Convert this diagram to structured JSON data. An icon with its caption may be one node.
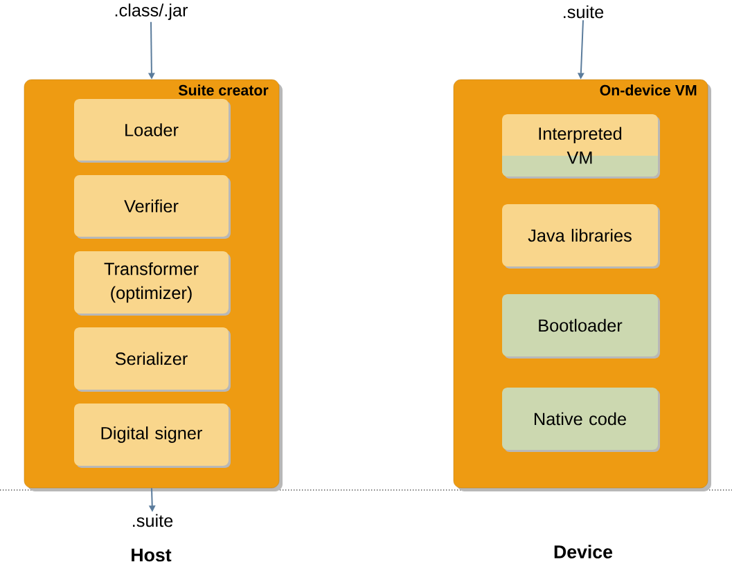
{
  "diagram": {
    "nodes": [
      {
        "text": [
          ".class/.jar"
        ]
      },
      {
        "text": [
          "Suite creator"
        ]
      },
      {
        "text": [
          "Loader"
        ],
        "in": 1
      },
      {
        "text": [
          "Verifier"
        ],
        "in": 1
      },
      {
        "text": [
          "Transformer (optimizer)"
        ],
        "in": 1
      },
      {
        "text": [
          "Serializer"
        ],
        "in": 1
      },
      {
        "text": [
          "Digital signer"
        ],
        "in": 1
      },
      {
        "text": [
          ".suite"
        ]
      },
      {
        "text": [
          ".suite"
        ]
      },
      {
        "text": [
          "On-device VM"
        ]
      },
      {
        "text": [
          "Interpreted VM"
        ],
        "in": 9
      },
      {
        "text": [
          "Java libraries"
        ],
        "in": 9
      },
      {
        "text": [
          "Bootloader"
        ],
        "in": 9
      },
      {
        "text": [
          "Native code"
        ],
        "in": 9
      }
    ],
    "edges": [
      {
        "from": 0,
        "to": 1,
        "arrow": "to"
      },
      {
        "from": 1,
        "to": 7,
        "arrow": "to"
      },
      {
        "from": 8,
        "to": 9,
        "arrow": "to"
      }
    ],
    "labels": [
      "Host",
      "Device"
    ]
  }
}
